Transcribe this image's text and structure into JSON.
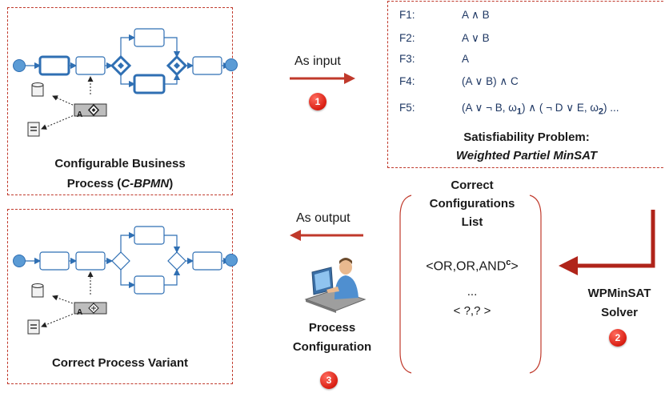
{
  "top_left_panel": {
    "caption_line1": "Configurable Business",
    "caption_line2_prefix": "Process (",
    "caption_line2_italic": "C-BPMN",
    "caption_line2_suffix": ")",
    "gateway_label": "A"
  },
  "input_arrow": {
    "label": "As input",
    "badge": "1"
  },
  "formulas_panel": {
    "rows": [
      {
        "label": "F1:",
        "value": "A ∧  B"
      },
      {
        "label": "F2:",
        "value": "A ∨ B"
      },
      {
        "label": "F3:",
        "value": "A"
      },
      {
        "label": "F4:",
        "value": "(A  ∨ B) ∧ C"
      }
    ],
    "f5_label": "F5:",
    "f5_text_1": "(A ∨ ¬ B, ω",
    "f5_sub_1": "1",
    "f5_text_2": ") ∧ ( ¬ D  ∨ E, ω",
    "f5_sub_2": "2",
    "f5_text_3": ") ...",
    "title_line1": "Satisfiability Problem:",
    "title_line2": "Weighted Partiel MinSAT"
  },
  "configs_list": {
    "title_line1": "Correct",
    "title_line2": "Configurations",
    "title_line3": "List",
    "entry_main": "<OR,OR,AND",
    "entry_sup": "c",
    "entry_close": ">",
    "ellipsis": "...",
    "entry_last": "< ?,? >"
  },
  "solver": {
    "line1": "WPMinSAT",
    "line2": "Solver",
    "badge": "2"
  },
  "output_arrow": {
    "label": "As output"
  },
  "process_configuration": {
    "line1": "Process",
    "line2": "Configuration",
    "badge": "3"
  },
  "bottom_left_panel": {
    "caption": "Correct Process Variant",
    "gateway_label": "A"
  },
  "colors": {
    "accent_red": "#c0392b",
    "bpmn_blue": "#2f6fb3",
    "event_fill": "#5b9bd5",
    "formula_text": "#1f3864"
  }
}
